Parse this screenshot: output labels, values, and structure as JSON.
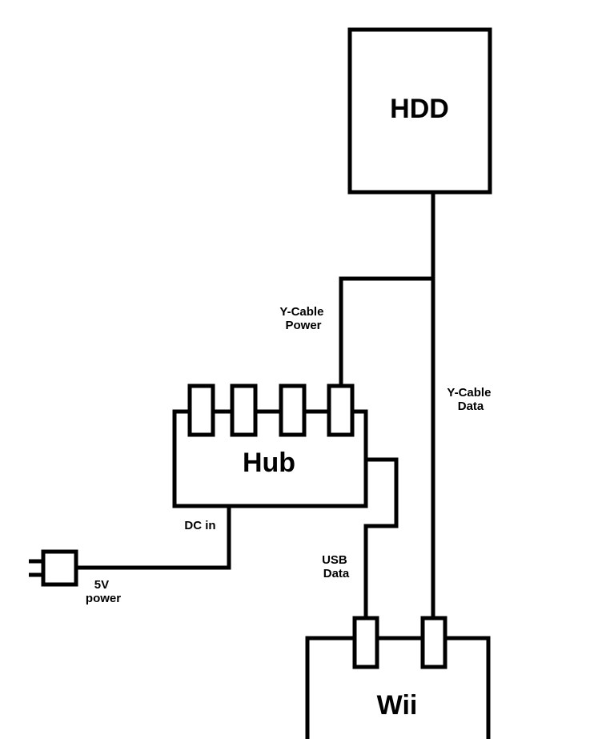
{
  "nodes": {
    "hdd": "HDD",
    "hub": "Hub",
    "wii": "Wii"
  },
  "labels": {
    "y_cable_power": [
      "Y-Cable",
      "Power"
    ],
    "y_cable_data": [
      "Y-Cable",
      "Data"
    ],
    "usb_data": [
      "USB",
      "Data"
    ],
    "dc_in": "DC in",
    "power_5v": [
      "5V",
      "power"
    ]
  }
}
